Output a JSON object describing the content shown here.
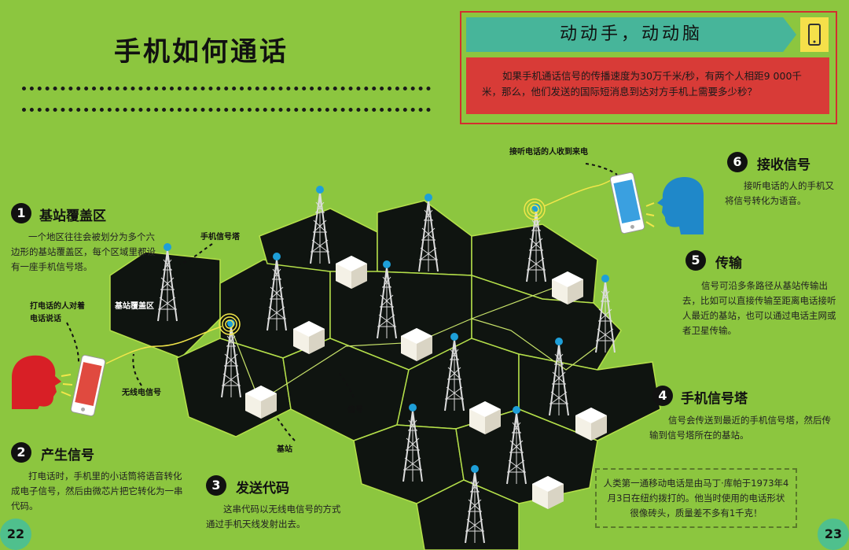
{
  "title": "手机如何通话",
  "quiz": {
    "heading": "动动手，动动脑",
    "question": "如果手机通话信号的传播速度为30万千米/秒，有两个人相距9 000千米，那么，他们发送的国际短消息到达对方手机上需要多少秒？"
  },
  "steps": [
    {
      "num": "1",
      "title": "基站覆盖区",
      "text": "一个地区往往会被划分为多个六边形的基站覆盖区，每个区域里都设有一座手机信号塔。"
    },
    {
      "num": "2",
      "title": "产生信号",
      "text": "打电话时，手机里的小话筒将语音转化成电子信号，然后由微芯片把它转化为一串代码。"
    },
    {
      "num": "3",
      "title": "发送代码",
      "text": "这串代码以无线电信号的方式通过手机天线发射出去。"
    },
    {
      "num": "4",
      "title": "手机信号塔",
      "text": "信号会传送到最近的手机信号塔，然后传输到信号塔所在的基站。"
    },
    {
      "num": "5",
      "title": "传输",
      "text": "信号可沿多条路径从基站传输出去，比如可以直接传输至距离电话接听人最近的基站，也可以通过电话主网或者卫星传输。"
    },
    {
      "num": "6",
      "title": "接收信号",
      "text": "接听电话的人的手机又将信号转化为语音。"
    }
  ],
  "labels": {
    "tower": "手机信号塔",
    "coverage": "基站覆盖区",
    "caller": "打电话的人对着电话说话",
    "radio": "无线电信号",
    "signal": "信号",
    "base": "基站",
    "receiver": "接听电话的人收到来电"
  },
  "fact": "人类第一通移动电话是由马丁·库帕于1973年4月3日在纽约拨打的。他当时使用的电话形状很像砖头，质量差不多有1千克！",
  "page_left": "22",
  "page_right": "23",
  "colors": {
    "background": "#8cc63f",
    "hex": "#0f1410",
    "hex_border": "#b5e04a",
    "quiz_title": "#47b59a",
    "quiz_body": "#d83b37"
  }
}
